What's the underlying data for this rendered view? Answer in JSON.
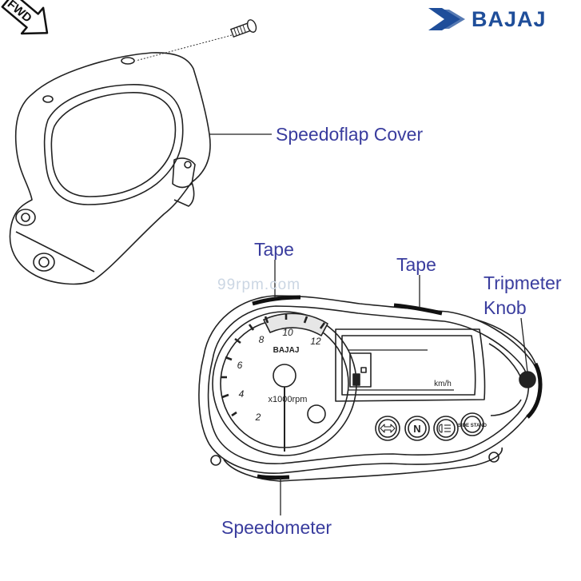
{
  "brand": {
    "name": "BAJAJ"
  },
  "fwd_label": "FWD",
  "watermark": "99rpm.com",
  "callouts": {
    "speedoflap_cover": "Speedoflap Cover",
    "tape_left": "Tape",
    "tape_right": "Tape",
    "tripmeter_line1": "Tripmeter",
    "tripmeter_line2": "Knob",
    "speedometer": "Speedometer"
  },
  "gauge": {
    "brand_label": "BAJAJ",
    "unit_label": "x1000rpm",
    "speed_unit": "km/h",
    "ticks": [
      "2",
      "4",
      "6",
      "8",
      "10",
      "12"
    ]
  },
  "indicators": [
    "turn-signal",
    "N",
    "headlight-beam",
    "SIDE STAND"
  ],
  "colors": {
    "label": "#3a3d9e",
    "brand": "#1f4e9a",
    "line": "#222222"
  }
}
